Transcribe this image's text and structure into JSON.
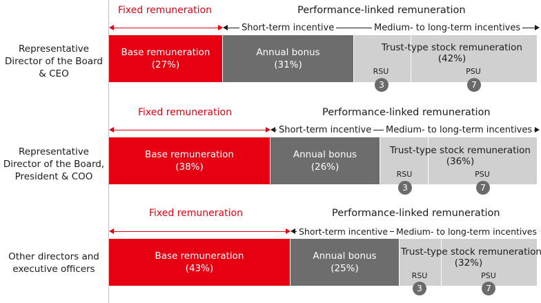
{
  "colors": {
    "fixed": "#e60012",
    "bonus": "#6d6d6d",
    "stock": "#d0d0d0"
  },
  "rows": [
    {
      "role": "Representative Director of the Board & CEO",
      "fixed_label": "Fixed remuneration",
      "performance_label": "Performance-linked remuneration",
      "short_term_label": "Short-term incentive",
      "long_term_label": "Medium- to long-term incentives",
      "base": {
        "label": "Base remuneration",
        "percent": "(27%)"
      },
      "bonus": {
        "label": "Annual bonus",
        "percent": "(31%)"
      },
      "stock": {
        "label": "Trust-type stock remuneration",
        "percent": "(42%)",
        "rsu": {
          "label": "RSU",
          "badge": "3"
        },
        "psu": {
          "label": "PSU",
          "badge": "7"
        }
      }
    },
    {
      "role": "Representative Director of the Board, President & COO",
      "fixed_label": "Fixed remuneration",
      "performance_label": "Performance-linked remuneration",
      "short_term_label": "Short-term incentive",
      "long_term_label": "Medium- to long-term incentives",
      "base": {
        "label": "Base remuneration",
        "percent": "(38%)"
      },
      "bonus": {
        "label": "Annual bonus",
        "percent": "(26%)"
      },
      "stock": {
        "label": "Trust-type stock remuneration",
        "percent": "(36%)",
        "rsu": {
          "label": "RSU",
          "badge": "3"
        },
        "psu": {
          "label": "PSU",
          "badge": "7"
        }
      }
    },
    {
      "role": "Other directors and executive officers",
      "fixed_label": "Fixed remuneration",
      "performance_label": "Performance-linked remuneration",
      "short_term_label": "Short-term incentive",
      "long_term_label": "Medium- to long-term incentives",
      "base": {
        "label": "Base remuneration",
        "percent": "(43%)"
      },
      "bonus": {
        "label": "Annual bonus",
        "percent": "(25%)"
      },
      "stock": {
        "label": "Trust-type stock remuneration",
        "percent": "(32%)",
        "rsu": {
          "label": "RSU",
          "badge": "3"
        },
        "psu": {
          "label": "PSU",
          "badge": "7"
        }
      }
    }
  ]
}
